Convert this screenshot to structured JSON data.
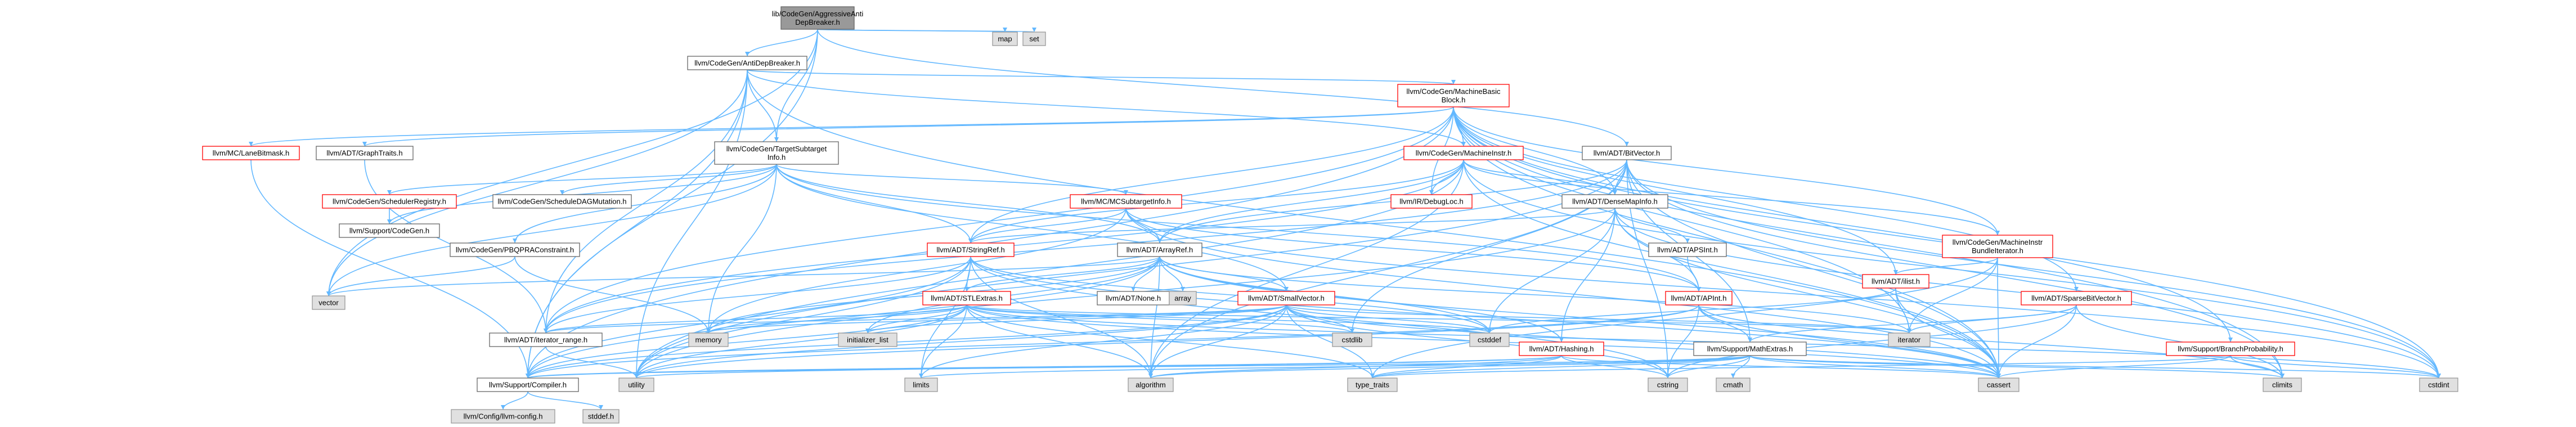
{
  "diagram": {
    "type": "include-dependency-graph",
    "colors": {
      "edge": "#63b8ff",
      "root_fill": "#999999",
      "root_border": "#666666",
      "internal_border": "#666666",
      "red_border": "#ff0000",
      "external_fill": "#e0e0e0",
      "external_border": "#999999"
    },
    "nodes": [
      {
        "id": "root",
        "lines": [
          "lib/CodeGen/AggressiveAnti",
          "DepBreaker.h"
        ],
        "kind": "root"
      },
      {
        "id": "map",
        "lines": [
          "map"
        ],
        "kind": "external"
      },
      {
        "id": "set",
        "lines": [
          "set"
        ],
        "kind": "external"
      },
      {
        "id": "adb",
        "lines": [
          "llvm/CodeGen/AntiDepBreaker.h"
        ],
        "kind": "internal"
      },
      {
        "id": "mbb",
        "lines": [
          "llvm/CodeGen/MachineBasic",
          "Block.h"
        ],
        "kind": "red"
      },
      {
        "id": "lanebitmask",
        "lines": [
          "llvm/MC/LaneBitmask.h"
        ],
        "kind": "red"
      },
      {
        "id": "graphtraits",
        "lines": [
          "llvm/ADT/GraphTraits.h"
        ],
        "kind": "internal"
      },
      {
        "id": "tsi",
        "lines": [
          "llvm/CodeGen/TargetSubtarget",
          "Info.h"
        ],
        "kind": "internal"
      },
      {
        "id": "minstr",
        "lines": [
          "llvm/CodeGen/MachineInstr.h"
        ],
        "kind": "red"
      },
      {
        "id": "bitvector",
        "lines": [
          "llvm/ADT/BitVector.h"
        ],
        "kind": "internal"
      },
      {
        "id": "schedreg",
        "lines": [
          "llvm/CodeGen/SchedulerRegistry.h"
        ],
        "kind": "red"
      },
      {
        "id": "scheddag",
        "lines": [
          "llvm/CodeGen/ScheduleDAGMutation.h"
        ],
        "kind": "internal"
      },
      {
        "id": "mcsub",
        "lines": [
          "llvm/MC/MCSubtargetInfo.h"
        ],
        "kind": "red"
      },
      {
        "id": "debugloc",
        "lines": [
          "llvm/IR/DebugLoc.h"
        ],
        "kind": "red"
      },
      {
        "id": "densemapinfo",
        "lines": [
          "llvm/ADT/DenseMapInfo.h"
        ],
        "kind": "internal"
      },
      {
        "id": "supportcg",
        "lines": [
          "llvm/Support/CodeGen.h"
        ],
        "kind": "internal"
      },
      {
        "id": "pbqp",
        "lines": [
          "llvm/CodeGen/PBQPRAConstraint.h"
        ],
        "kind": "internal"
      },
      {
        "id": "stringref",
        "lines": [
          "llvm/ADT/StringRef.h"
        ],
        "kind": "red"
      },
      {
        "id": "arrayref",
        "lines": [
          "llvm/ADT/ArrayRef.h"
        ],
        "kind": "internal"
      },
      {
        "id": "apsint",
        "lines": [
          "llvm/ADT/APSInt.h"
        ],
        "kind": "internal"
      },
      {
        "id": "mibundle",
        "lines": [
          "llvm/CodeGen/MachineInstr",
          "BundleIterator.h"
        ],
        "kind": "red"
      },
      {
        "id": "ilist",
        "lines": [
          "llvm/ADT/ilist.h"
        ],
        "kind": "red"
      },
      {
        "id": "sparsebv",
        "lines": [
          "llvm/ADT/SparseBitVector.h"
        ],
        "kind": "red"
      },
      {
        "id": "vector",
        "lines": [
          "vector"
        ],
        "kind": "external"
      },
      {
        "id": "stlextras",
        "lines": [
          "llvm/ADT/STLExtras.h"
        ],
        "kind": "red"
      },
      {
        "id": "none",
        "lines": [
          "llvm/ADT/None.h"
        ],
        "kind": "internal"
      },
      {
        "id": "array",
        "lines": [
          "array"
        ],
        "kind": "external"
      },
      {
        "id": "smallvector",
        "lines": [
          "llvm/ADT/SmallVector.h"
        ],
        "kind": "red"
      },
      {
        "id": "apint",
        "lines": [
          "llvm/ADT/APInt.h"
        ],
        "kind": "red"
      },
      {
        "id": "iteratorrange",
        "lines": [
          "llvm/ADT/iterator_range.h"
        ],
        "kind": "internal"
      },
      {
        "id": "memory",
        "lines": [
          "memory"
        ],
        "kind": "external"
      },
      {
        "id": "initlist",
        "lines": [
          "initializer_list"
        ],
        "kind": "external"
      },
      {
        "id": "cstdlib",
        "lines": [
          "cstdlib"
        ],
        "kind": "external"
      },
      {
        "id": "cstddef",
        "lines": [
          "cstddef"
        ],
        "kind": "external"
      },
      {
        "id": "hashing",
        "lines": [
          "llvm/ADT/Hashing.h"
        ],
        "kind": "red"
      },
      {
        "id": "mathextras",
        "lines": [
          "llvm/Support/MathExtras.h"
        ],
        "kind": "internal"
      },
      {
        "id": "iterator",
        "lines": [
          "iterator"
        ],
        "kind": "external"
      },
      {
        "id": "branchprob",
        "lines": [
          "llvm/Support/BranchProbability.h"
        ],
        "kind": "red"
      },
      {
        "id": "compiler",
        "lines": [
          "llvm/Support/Compiler.h"
        ],
        "kind": "internal"
      },
      {
        "id": "utility",
        "lines": [
          "utility"
        ],
        "kind": "external"
      },
      {
        "id": "limits",
        "lines": [
          "limits"
        ],
        "kind": "external"
      },
      {
        "id": "algorithm",
        "lines": [
          "algorithm"
        ],
        "kind": "external"
      },
      {
        "id": "typetraits",
        "lines": [
          "type_traits"
        ],
        "kind": "external"
      },
      {
        "id": "cstring",
        "lines": [
          "cstring"
        ],
        "kind": "external"
      },
      {
        "id": "cmath",
        "lines": [
          "cmath"
        ],
        "kind": "external"
      },
      {
        "id": "cassert",
        "lines": [
          "cassert"
        ],
        "kind": "external"
      },
      {
        "id": "climits",
        "lines": [
          "climits"
        ],
        "kind": "external"
      },
      {
        "id": "cstdint",
        "lines": [
          "cstdint"
        ],
        "kind": "external"
      },
      {
        "id": "llvmconfig",
        "lines": [
          "llvm/Config/llvm-config.h"
        ],
        "kind": "external"
      },
      {
        "id": "stddef",
        "lines": [
          "stddef.h"
        ],
        "kind": "external"
      }
    ],
    "edges": [
      [
        "root",
        "map"
      ],
      [
        "root",
        "set"
      ],
      [
        "root",
        "adb"
      ],
      [
        "root",
        "tsi"
      ],
      [
        "root",
        "bitvector"
      ],
      [
        "root",
        "vector"
      ],
      [
        "root",
        "compiler"
      ],
      [
        "adb",
        "mbb"
      ],
      [
        "adb",
        "tsi"
      ],
      [
        "adb",
        "minstr"
      ],
      [
        "adb",
        "vector"
      ],
      [
        "adb",
        "iteratorrange"
      ],
      [
        "adb",
        "compiler"
      ],
      [
        "adb",
        "cassert"
      ],
      [
        "adb",
        "utility"
      ],
      [
        "mbb",
        "lanebitmask"
      ],
      [
        "mbb",
        "graphtraits"
      ],
      [
        "mbb",
        "minstr"
      ],
      [
        "mbb",
        "debugloc"
      ],
      [
        "mbb",
        "densemapinfo"
      ],
      [
        "mbb",
        "mibundle"
      ],
      [
        "mbb",
        "ilist"
      ],
      [
        "mbb",
        "sparsebv"
      ],
      [
        "mbb",
        "branchprob"
      ],
      [
        "mbb",
        "iteratorrange"
      ],
      [
        "mbb",
        "iterator"
      ],
      [
        "mbb",
        "cassert"
      ],
      [
        "mbb",
        "cstdint"
      ],
      [
        "mbb",
        "climits"
      ],
      [
        "mbb",
        "compiler"
      ],
      [
        "mbb",
        "stringref"
      ],
      [
        "lanebitmask",
        "compiler"
      ],
      [
        "graphtraits",
        "iteratorrange"
      ],
      [
        "tsi",
        "schedreg"
      ],
      [
        "tsi",
        "scheddag"
      ],
      [
        "tsi",
        "mcsub"
      ],
      [
        "tsi",
        "pbqp"
      ],
      [
        "tsi",
        "supportcg"
      ],
      [
        "tsi",
        "arrayref"
      ],
      [
        "tsi",
        "stringref"
      ],
      [
        "tsi",
        "smallvector"
      ],
      [
        "tsi",
        "memory"
      ],
      [
        "tsi",
        "vector"
      ],
      [
        "tsi",
        "apint"
      ],
      [
        "minstr",
        "debugloc"
      ],
      [
        "minstr",
        "densemapinfo"
      ],
      [
        "minstr",
        "arrayref"
      ],
      [
        "minstr",
        "stringref"
      ],
      [
        "minstr",
        "iteratorrange"
      ],
      [
        "minstr",
        "cassert"
      ],
      [
        "minstr",
        "cstdint"
      ],
      [
        "minstr",
        "utility"
      ],
      [
        "minstr",
        "algorithm"
      ],
      [
        "minstr",
        "mibundle"
      ],
      [
        "bitvector",
        "densemapinfo"
      ],
      [
        "bitvector",
        "arrayref"
      ],
      [
        "bitvector",
        "iteratorrange"
      ],
      [
        "bitvector",
        "mathextras"
      ],
      [
        "bitvector",
        "algorithm"
      ],
      [
        "bitvector",
        "cassert"
      ],
      [
        "bitvector",
        "climits"
      ],
      [
        "bitvector",
        "cstdint"
      ],
      [
        "bitvector",
        "cstdlib"
      ],
      [
        "bitvector",
        "cstring"
      ],
      [
        "bitvector",
        "utility"
      ],
      [
        "schedreg",
        "supportcg"
      ],
      [
        "pbqp",
        "memory"
      ],
      [
        "pbqp",
        "vector"
      ],
      [
        "mcsub",
        "arrayref"
      ],
      [
        "mcsub",
        "stringref"
      ],
      [
        "mcsub",
        "apint"
      ],
      [
        "mcsub",
        "cassert"
      ],
      [
        "mcsub",
        "cstdint"
      ],
      [
        "mcsub",
        "memory"
      ],
      [
        "densemapinfo",
        "apint"
      ],
      [
        "densemapinfo",
        "apsint"
      ],
      [
        "densemapinfo",
        "hashing"
      ],
      [
        "densemapinfo",
        "stringref"
      ],
      [
        "densemapinfo",
        "cassert"
      ],
      [
        "densemapinfo",
        "cstddef"
      ],
      [
        "densemapinfo",
        "cstdint"
      ],
      [
        "densemapinfo",
        "utility"
      ],
      [
        "stringref",
        "stlextras"
      ],
      [
        "stringref",
        "iteratorrange"
      ],
      [
        "stringref",
        "compiler"
      ],
      [
        "stringref",
        "algorithm"
      ],
      [
        "stringref",
        "cassert"
      ],
      [
        "stringref",
        "cstddef"
      ],
      [
        "stringref",
        "cstring"
      ],
      [
        "stringref",
        "limits"
      ],
      [
        "stringref",
        "type_traits_dummy"
      ],
      [
        "stringref",
        "utility"
      ],
      [
        "arrayref",
        "hashing"
      ],
      [
        "arrayref",
        "none"
      ],
      [
        "arrayref",
        "smallvector"
      ],
      [
        "arrayref",
        "stlextras"
      ],
      [
        "arrayref",
        "compiler"
      ],
      [
        "arrayref",
        "algorithm"
      ],
      [
        "arrayref",
        "array"
      ],
      [
        "arrayref",
        "cassert"
      ],
      [
        "arrayref",
        "cstddef"
      ],
      [
        "arrayref",
        "initlist"
      ],
      [
        "arrayref",
        "iterator"
      ],
      [
        "arrayref",
        "memory"
      ],
      [
        "arrayref",
        "vector"
      ],
      [
        "apsint",
        "apint"
      ],
      [
        "apint",
        "mathextras"
      ],
      [
        "apint",
        "compiler"
      ],
      [
        "apint",
        "cassert"
      ],
      [
        "apint",
        "climits"
      ],
      [
        "apint",
        "cstring"
      ],
      [
        "apint",
        "utility"
      ],
      [
        "mibundle",
        "ilist"
      ],
      [
        "mibundle",
        "cassert"
      ],
      [
        "mibundle",
        "iterator"
      ],
      [
        "mibundle",
        "typetraits"
      ],
      [
        "ilist",
        "iterator"
      ],
      [
        "ilist",
        "cassert"
      ],
      [
        "ilist",
        "cstddef"
      ],
      [
        "sparsebv",
        "mathextras"
      ],
      [
        "sparsebv",
        "cassert"
      ],
      [
        "sparsebv",
        "climits"
      ],
      [
        "sparsebv",
        "cstring"
      ],
      [
        "sparsebv",
        "iterator"
      ],
      [
        "stlextras",
        "iteratorrange"
      ],
      [
        "stlextras",
        "compiler"
      ],
      [
        "stlextras",
        "algorithm"
      ],
      [
        "stlextras",
        "cassert"
      ],
      [
        "stlextras",
        "cstddef"
      ],
      [
        "stlextras",
        "cstdint"
      ],
      [
        "stlextras",
        "cstdlib"
      ],
      [
        "stlextras",
        "initlist"
      ],
      [
        "stlextras",
        "iterator"
      ],
      [
        "stlextras",
        "limits"
      ],
      [
        "stlextras",
        "memory"
      ],
      [
        "stlextras",
        "typetraits"
      ],
      [
        "stlextras",
        "utility"
      ],
      [
        "smallvector",
        "iteratorrange"
      ],
      [
        "smallvector",
        "compiler"
      ],
      [
        "smallvector",
        "algorithm"
      ],
      [
        "smallvector",
        "cassert"
      ],
      [
        "smallvector",
        "cstddef"
      ],
      [
        "smallvector",
        "cstdlib"
      ],
      [
        "smallvector",
        "cstring"
      ],
      [
        "smallvector",
        "initlist"
      ],
      [
        "smallvector",
        "iterator"
      ],
      [
        "smallvector",
        "limits"
      ],
      [
        "smallvector",
        "memory"
      ],
      [
        "smallvector",
        "typetraits"
      ],
      [
        "smallvector",
        "utility"
      ],
      [
        "hashing",
        "compiler"
      ],
      [
        "hashing",
        "algorithm"
      ],
      [
        "hashing",
        "cassert"
      ],
      [
        "hashing",
        "cstring"
      ],
      [
        "hashing",
        "typetraits"
      ],
      [
        "hashing",
        "utility"
      ],
      [
        "mathextras",
        "compiler"
      ],
      [
        "mathextras",
        "cassert"
      ],
      [
        "mathextras",
        "climits"
      ],
      [
        "mathextras",
        "cmath"
      ],
      [
        "mathextras",
        "cstdint"
      ],
      [
        "mathextras",
        "cstring"
      ],
      [
        "mathextras",
        "limits"
      ],
      [
        "mathextras",
        "typetraits"
      ],
      [
        "mathextras",
        "algorithm"
      ],
      [
        "branchprob",
        "cassert"
      ],
      [
        "branchprob",
        "climits"
      ],
      [
        "branchprob",
        "cstdint"
      ],
      [
        "branchprob",
        "typetraits"
      ],
      [
        "iteratorrange",
        "utility"
      ],
      [
        "compiler",
        "llvmconfig"
      ],
      [
        "compiler",
        "stddef"
      ]
    ]
  }
}
